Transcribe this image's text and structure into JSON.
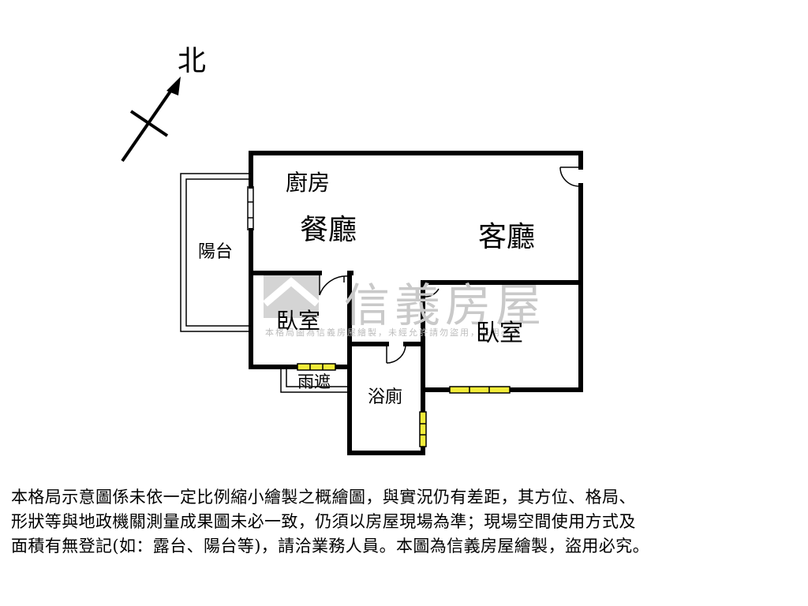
{
  "compass": {
    "label": "北"
  },
  "rooms": {
    "kitchen": "廚房",
    "dining": "餐廳",
    "living": "客廳",
    "balcony": "陽台",
    "bedroom_left": "臥室",
    "bedroom_right": "臥室",
    "bathroom": "浴廁",
    "canopy": "雨遮"
  },
  "watermark": {
    "brand": "信義房屋",
    "notice": "本格局圖為信義房屋繪製，未經允許請勿盜用，盜用必究"
  },
  "disclaimer": {
    "line1": "本格局示意圖係未依一定比例縮小繪製之概繪圖，與實況仍有差距，其方位、格局、",
    "line2": "形狀等與地政機關測量成果圖未必一致，仍須以房屋現場為準；現場空間使用方式及",
    "line3": "面積有無登記(如：露台、陽台等)，請洽業務人員。本圖為信義房屋繪製，盜用必究。"
  },
  "colors": {
    "wall": "#000000",
    "window": "#f2ec3a",
    "watermark": "#c9c9c9"
  }
}
